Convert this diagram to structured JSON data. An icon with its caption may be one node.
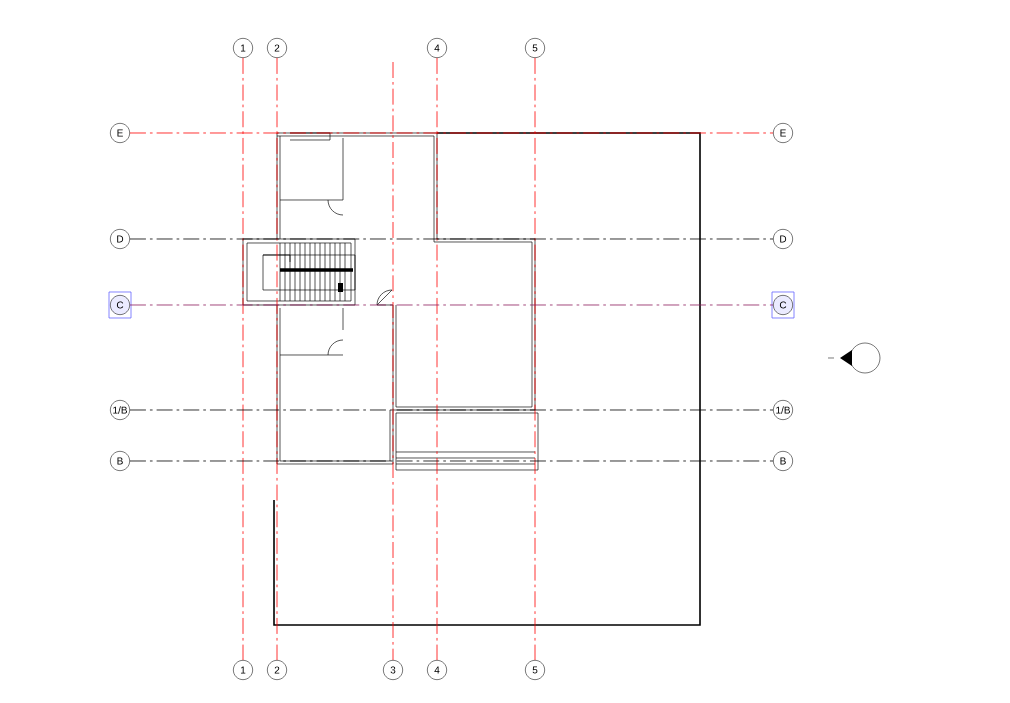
{
  "diagram": {
    "nodes": [
      {
        "text": [
          "1"
        ]
      },
      {
        "text": [
          "2"
        ]
      },
      {
        "text": [
          "4"
        ]
      },
      {
        "text": [
          "5"
        ]
      },
      {
        "text": [
          "E"
        ]
      },
      {
        "text": [
          "E"
        ]
      },
      {
        "text": [
          "D"
        ]
      },
      {
        "text": [
          "D"
        ]
      },
      {
        "text": [
          "C"
        ]
      },
      {
        "text": [
          "C"
        ]
      },
      {
        "text": [
          "1/B"
        ]
      },
      {
        "text": [
          "1/B"
        ]
      },
      {
        "text": [
          "B"
        ]
      },
      {
        "text": [
          "B"
        ]
      },
      {
        "text": [
          "1"
        ]
      },
      {
        "text": [
          "2"
        ]
      },
      {
        "text": [
          "3"
        ]
      },
      {
        "text": [
          "4"
        ]
      },
      {
        "text": [
          "5"
        ]
      }
    ],
    "edges": [
      {
        "from": 0,
        "to": 14,
        "arrow": "none"
      },
      {
        "from": 1,
        "to": 15,
        "arrow": "none"
      },
      {
        "from": null,
        "to": 16,
        "arrow": "none"
      },
      {
        "from": 2,
        "to": 17,
        "arrow": "none"
      },
      {
        "from": 3,
        "to": 18,
        "arrow": "none"
      },
      {
        "from": 4,
        "to": 5,
        "arrow": "none"
      },
      {
        "from": 6,
        "to": 7,
        "arrow": "none",
        "color": "#000000"
      },
      {
        "from": 8,
        "to": 9,
        "arrow": "none",
        "color": "#8b1a5a"
      },
      {
        "from": 10,
        "to": 11,
        "arrow": "none",
        "color": "#000000"
      },
      {
        "from": 12,
        "to": 13,
        "arrow": "none",
        "color": "#000000"
      }
    ]
  }
}
